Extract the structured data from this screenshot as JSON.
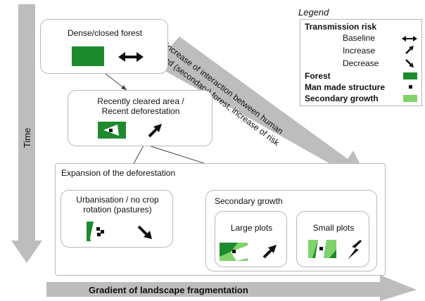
{
  "time_label": "Time",
  "gradient_label": "Gradient of landscape fragmentation",
  "diagonal_label_line1": "Increase of interaction between human",
  "diagonal_label_line2": "and (secondary) forest, increase of risk",
  "boxes": {
    "dense_forest": "Dense/closed forest",
    "recently_cleared_line1": "Recently cleared area /",
    "recently_cleared_line2": "Recent deforestation",
    "expansion": "Expansion of the deforestation",
    "urbanisation_line1": "Urbanisation / no crop",
    "urbanisation_line2": "rotation (pastures)",
    "secondary_growth": "Secondary growth",
    "large_plots": "Large plots",
    "small_plots": "Small plots"
  },
  "legend": {
    "title": "Legend",
    "transmission_risk": "Transmission risk",
    "baseline": "Baseline",
    "increase": "Increase",
    "decrease": "Decrease",
    "forest": "Forest",
    "man_made": "Man made structure",
    "secondary_growth": "Secondary growth"
  },
  "colors": {
    "forest": "#1e8a2e",
    "secondary_growth": "#7fd36a",
    "arrow_gray": "#bdbdbd",
    "dark": "#111111"
  },
  "icons": {
    "baseline": "double-headed-arrow-icon",
    "increase": "up-right-arrow-icon",
    "decrease": "down-right-arrow-icon",
    "fluctuating": "zigzag-arrow-icon"
  }
}
